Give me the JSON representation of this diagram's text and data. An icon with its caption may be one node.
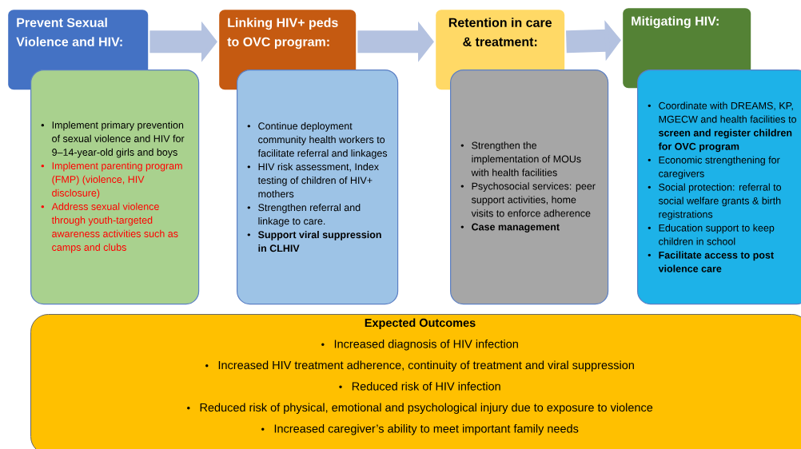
{
  "diagram": {
    "nodes": [
      {
        "text": [
          "Prevent Sexual Violence and HIV:"
        ]
      },
      {
        "text": [
          "Implement primary prevention of sexual violence and HIV for 9–14-year-old girls and boys",
          "Implement parenting program (FMP) (violence, HIV disclosure)",
          "Address sexual violence through youth-targeted awareness activities such as camps and clubs"
        ]
      },
      {
        "text": [
          "Linking HIV+ peds to OVC program:"
        ]
      },
      {
        "text": [
          "Continue deployment community health workers to facilitate referral and linkages",
          "HIV risk assessment, Index testing of children of HIV+ mothers",
          "Strengthen referral and linkage to care.",
          "Support viral suppression in CLHIV"
        ]
      },
      {
        "text": [
          "Retention in care & treatment:"
        ]
      },
      {
        "text": [
          "Strengthen the implementation of MOUs with health facilities",
          "Psychosocial services: peer support activities, home visits to enforce adherence",
          "Case management"
        ]
      },
      {
        "text": [
          "Mitigating HIV:"
        ]
      },
      {
        "text": [
          "Coordinate with DREAMS, KP, MGECW and health facilities to **screen and register children for OVC program**",
          "Economic strengthening for caregivers",
          "Social protection: referral to social welfare grants & birth registrations",
          "Education support to keep children in school",
          "Facilitate access to post violence care"
        ]
      },
      {
        "text": [
          "Expected Outcomes",
          "Increased diagnosis of HIV infection",
          "Increased HIV treatment adherence, continuity of treatment and viral suppression",
          "Reduced risk of HIV infection",
          "Reduced risk of physical, emotional and psychological injury due to exposure to violence",
          "Increased caregiver’s ability to meet important family needs"
        ]
      }
    ],
    "edges": [
      {
        "from": 0,
        "to": 2,
        "arrow": "to"
      },
      {
        "from": 2,
        "to": 4,
        "arrow": "to"
      },
      {
        "from": 4,
        "to": 6,
        "arrow": "to"
      }
    ]
  }
}
